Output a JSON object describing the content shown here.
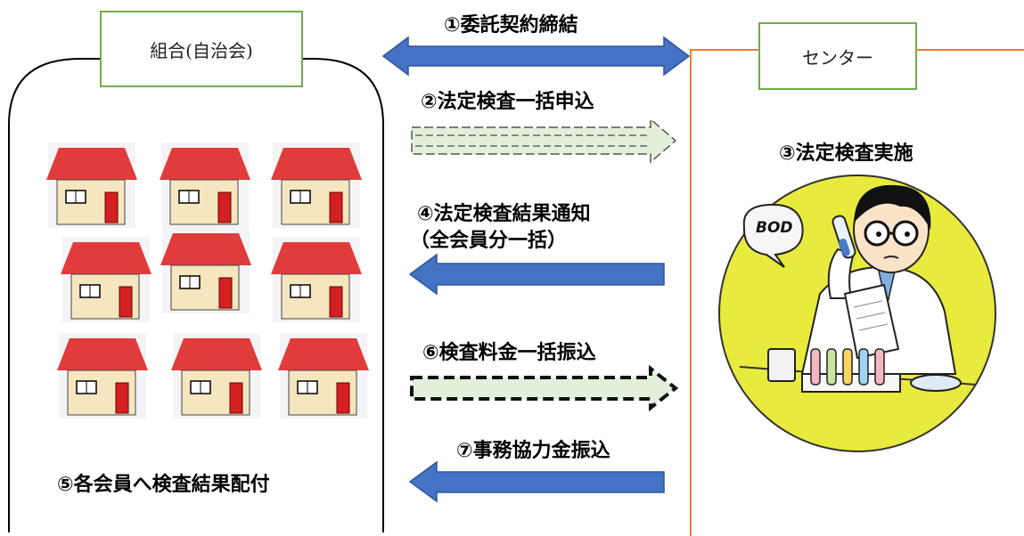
{
  "left_box": {
    "title": "組合(自治会)",
    "footer": "⑤各会員へ検査結果配付"
  },
  "right_box": {
    "title": "センター",
    "action": "③法定検査実施",
    "bubble_text": "BOD"
  },
  "steps": {
    "s1": "①委託契約締結",
    "s2": "②法定検査一括申込",
    "s4a": "④法定検査結果通知",
    "s4b": "（全会員分一括）",
    "s6": "⑥検査料金一括振込",
    "s7": "⑦事務協力金振込"
  },
  "houses": {
    "count": 9
  },
  "colors": {
    "blue_arrow": "#4472c4",
    "blue_arrow_dark": "#2f5597",
    "green_arrow": "#e2efda",
    "label_border": "#70ad47",
    "center_line": "#ed7d31",
    "roof": "#e03c3c",
    "wall": "#f5e6bf",
    "door": "#d42020",
    "scene": "#e8ea3e"
  }
}
